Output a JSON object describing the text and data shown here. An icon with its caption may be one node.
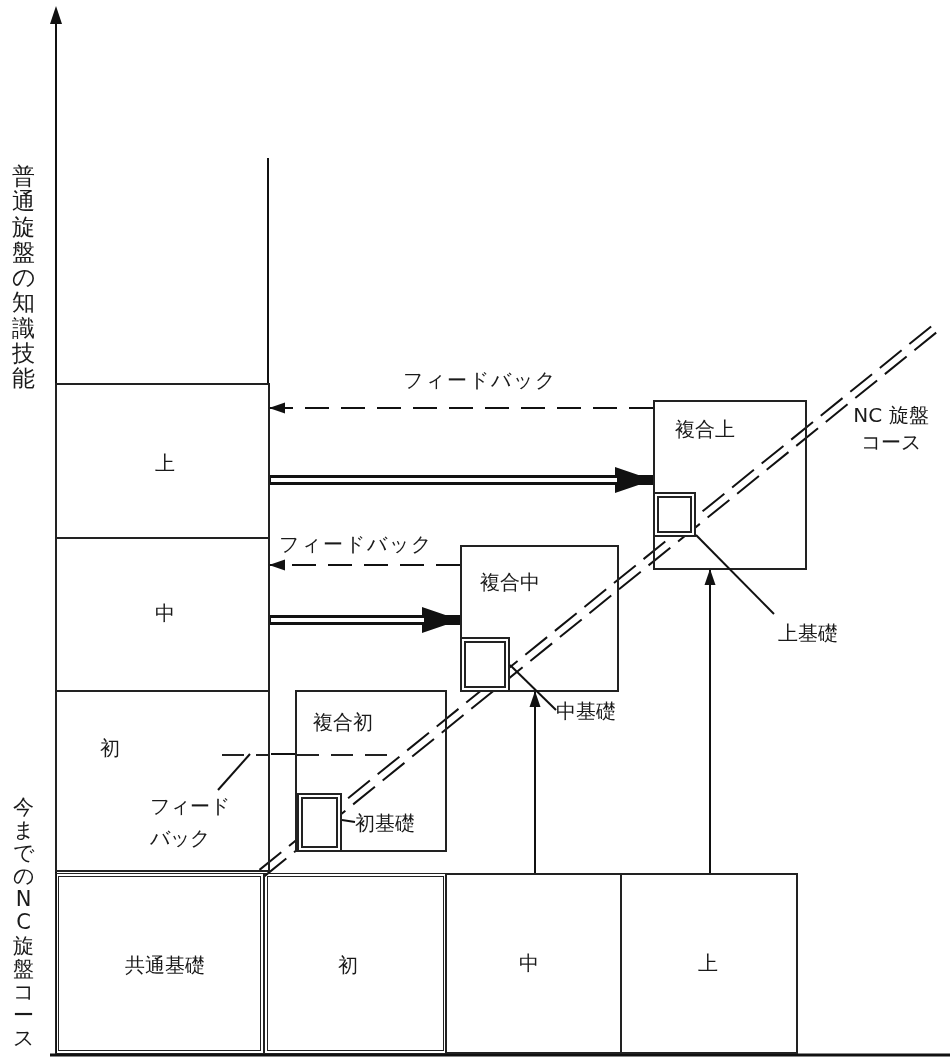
{
  "diagram": {
    "nodes": [
      {
        "text": [
          "上"
        ]
      },
      {
        "text": [
          "中"
        ]
      },
      {
        "text": [
          "初"
        ]
      },
      {
        "text": [
          "共通基礎"
        ]
      },
      {
        "text": [
          "初"
        ]
      },
      {
        "text": [
          "中"
        ]
      },
      {
        "text": [
          "上"
        ]
      },
      {
        "text": [
          "複合初"
        ]
      },
      {
        "text": [],
        "shape": "box",
        "in": 7
      },
      {
        "text": [
          "複合中"
        ]
      },
      {
        "text": [],
        "shape": "box",
        "in": 9
      },
      {
        "text": [
          "複合上"
        ]
      },
      {
        "text": [],
        "shape": "box",
        "in": 11
      },
      {
        "text": [
          "初基礎"
        ],
        "in": 7
      },
      {
        "text": [
          "中基礎"
        ]
      },
      {
        "text": [
          "上基礎"
        ]
      },
      {
        "text": [
          "フィードバック"
        ],
        "in": 2
      }
    ],
    "edges": [
      {
        "from": 11,
        "to": 0,
        "arrow": "to",
        "style": "dashed",
        "label": "フィードバック"
      },
      {
        "from": 9,
        "to": 1,
        "arrow": "to",
        "style": "dashed",
        "label": "フィードバック"
      },
      {
        "from": 0,
        "to": 11,
        "arrow": "to",
        "style": "thick"
      },
      {
        "from": 1,
        "to": 9,
        "arrow": "to",
        "style": "thick"
      },
      {
        "from": 7,
        "to": 2,
        "arrow": "none",
        "style": "dashed"
      },
      {
        "from": 5,
        "to": 9,
        "arrow": "to"
      },
      {
        "from": 6,
        "to": 11,
        "arrow": "to"
      },
      {
        "from": 13,
        "to": 8,
        "arrow": "none"
      },
      {
        "from": 14,
        "to": 10,
        "arrow": "none"
      },
      {
        "from": 15,
        "to": 12,
        "arrow": "none"
      },
      {
        "from": 16,
        "to": 2,
        "arrow": "none"
      }
    ],
    "labels": [
      "普通旋盤の知識技能",
      "NC 旋盤コース",
      "今までのNC旋盤コース"
    ]
  }
}
